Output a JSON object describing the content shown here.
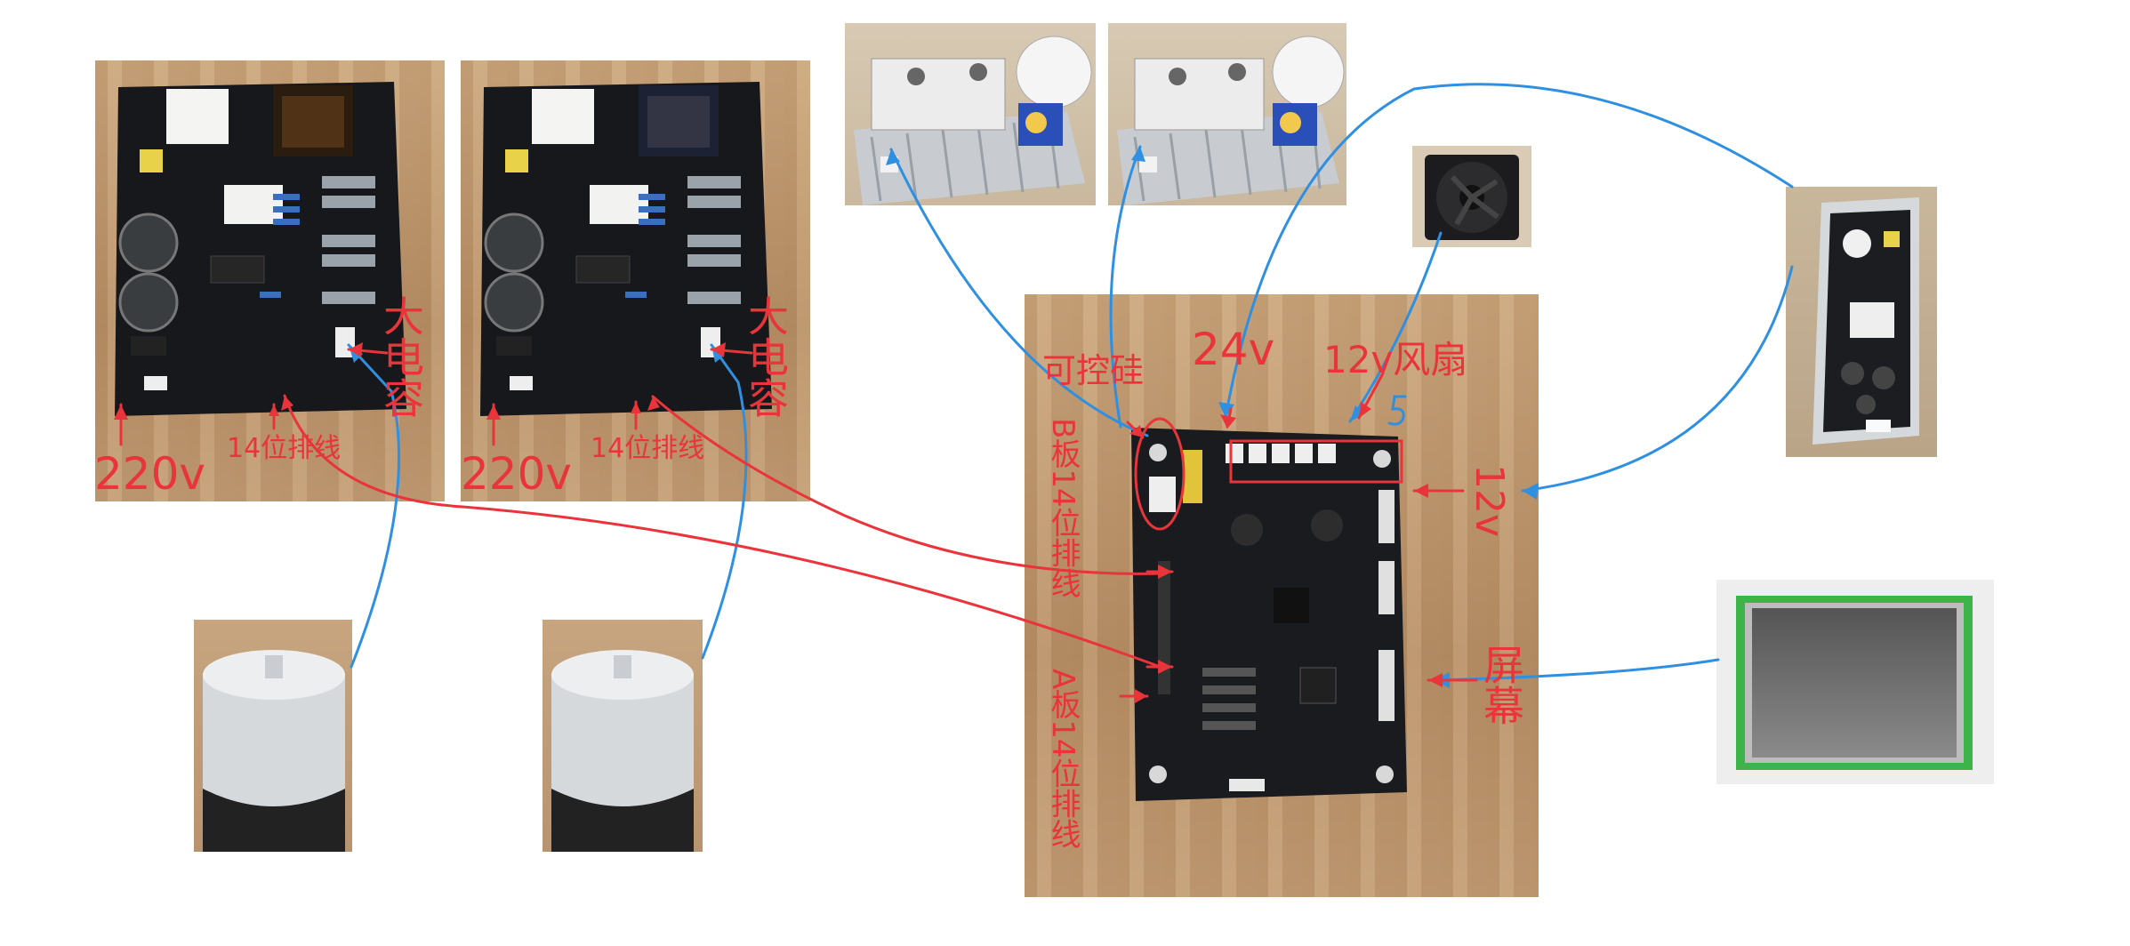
{
  "labels": {
    "left_cap": "大电容",
    "left_220": "220v",
    "left_ribbon": "14位排线",
    "mid_cap": "大电容",
    "mid_220": "220v",
    "mid_ribbon": "14位排线",
    "scr": "可控硅",
    "v24": "24v",
    "fan12": "12v风扇",
    "five": "5",
    "v12": "12v",
    "b_board": "B板14位排线",
    "a_board": "A板14位排线",
    "screen": "屏幕"
  },
  "colors": {
    "annotation_red": "#e8343a",
    "connector_blue": "#2f8fe0",
    "background": "#ffffff"
  },
  "components": [
    {
      "id": "driver-board-left",
      "kind": "driver board photo"
    },
    {
      "id": "driver-board-mid",
      "kind": "driver board photo"
    },
    {
      "id": "scr-heatsink-1",
      "kind": "SCR heatsink module photo"
    },
    {
      "id": "scr-heatsink-2",
      "kind": "SCR heatsink module photo"
    },
    {
      "id": "fan",
      "kind": "cooling fan photo"
    },
    {
      "id": "power-supply",
      "kind": "12v power supply photo"
    },
    {
      "id": "main-board",
      "kind": "main control board photo"
    },
    {
      "id": "capacitor-left",
      "kind": "large capacitor photo"
    },
    {
      "id": "capacitor-mid",
      "kind": "large capacitor photo"
    },
    {
      "id": "lcd-screen",
      "kind": "lcd screen photo"
    }
  ]
}
